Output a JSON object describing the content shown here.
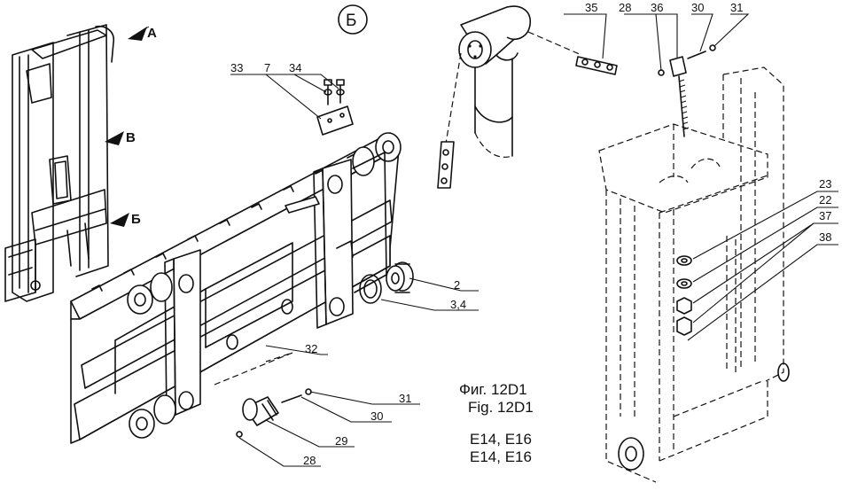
{
  "view_marker": "Б",
  "view_arrows": [
    {
      "letter": "A"
    },
    {
      "letter": "B"
    },
    {
      "letter": "Б"
    }
  ],
  "part_labels": {
    "p35": "35",
    "p28_top": "28",
    "p36": "36",
    "p30_top": "30",
    "p31_top": "31",
    "p33": "33",
    "p7": "7",
    "p34": "34",
    "p23": "23",
    "p22": "22",
    "p37": "37",
    "p38": "38",
    "p2": "2",
    "p3_4": "3,4",
    "p32": "32",
    "p31_bot": "31",
    "p30_bot": "30",
    "p29": "29",
    "p28_bot": "28"
  },
  "caption": {
    "fig_ru": "Фиг. 12D1",
    "fig_en": "Fig. 12D1",
    "models_1": "E14, E16",
    "models_2": "E14, E16"
  }
}
